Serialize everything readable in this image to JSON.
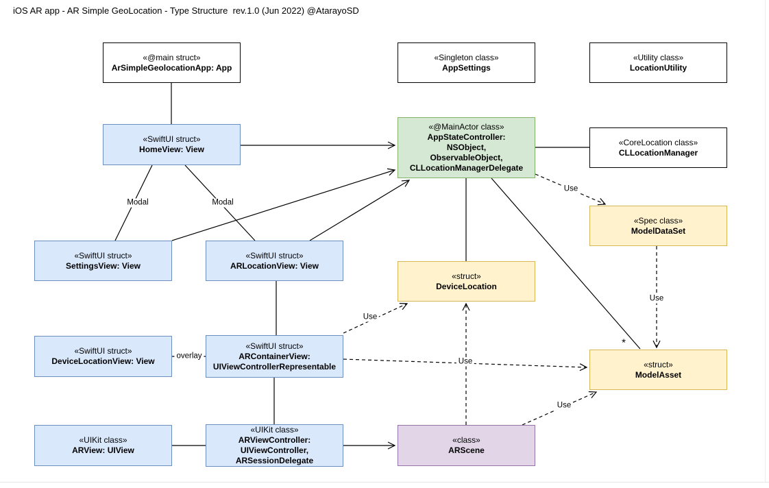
{
  "title": "iOS AR app - AR Simple GeoLocation - Type Structure  rev.1.0 (Jun 2022) @AtarayoSD",
  "nodes": {
    "app": {
      "stereotype": "«@main struct»",
      "name": "ArSimpleGeolocationApp: App"
    },
    "app_settings": {
      "stereotype": "«Singleton class»",
      "name": "AppSettings"
    },
    "location_utility": {
      "stereotype": "«Utility class»",
      "name": "LocationUtility"
    },
    "home_view": {
      "stereotype": "«SwiftUI struct»",
      "name": "HomeView: View"
    },
    "app_state_controller": {
      "stereotype": "«@MainActor class»",
      "name": "AppStateController:\nNSObject,\nObservableObject,\nCLLocationManagerDelegate"
    },
    "cl_location_manager": {
      "stereotype": "«CoreLocation class»",
      "name": "CLLocationManager"
    },
    "model_data_set": {
      "stereotype": "«Spec class»",
      "name": "ModelDataSet"
    },
    "settings_view": {
      "stereotype": "«SwiftUI struct»",
      "name": "SettingsView: View"
    },
    "ar_location_view": {
      "stereotype": "«SwiftUI struct»",
      "name": "ARLocationView: View"
    },
    "device_location": {
      "stereotype": "«struct»",
      "name": "DeviceLocation"
    },
    "device_location_view": {
      "stereotype": "«SwiftUI struct»",
      "name": "DeviceLocationView: View"
    },
    "ar_container_view": {
      "stereotype": "«SwiftUI struct»",
      "name": "ARContainerView:\nUIViewControllerRepresentable"
    },
    "model_asset": {
      "stereotype": "«struct»",
      "name": "ModelAsset"
    },
    "ar_view": {
      "stereotype": "«UIKit class»",
      "name": "ARView: UIView"
    },
    "ar_view_controller": {
      "stereotype": "«UIKit class»",
      "name": "ARViewController:\nUIViewController,\nARSessionDelegate"
    },
    "ar_scene": {
      "stereotype": "«class»",
      "name": "ARScene"
    }
  },
  "edge_labels": {
    "modal_settings": "Modal",
    "modal_ar_location": "Modal",
    "overlay": "overlay",
    "use_appstate_modeldataset": "Use",
    "use_modeldataset_modelasset": "Use",
    "use_arcontainer_devicelocation": "Use",
    "use_arcontainer_modelasset": "Use",
    "use_arscene_modelasset": "Use",
    "multiplicity_many": "*"
  },
  "colors": {
    "swiftui_fill": "#dae8fc",
    "swiftui_border": "#6c8ebf",
    "mainactor_fill": "#d5e8d4",
    "mainactor_border": "#82b366",
    "data_fill": "#fff2cc",
    "data_border": "#d6b656",
    "scene_fill": "#e1d5e7",
    "scene_border": "#9673a6",
    "plain_fill": "#ffffff",
    "plain_border": "#000000",
    "edge_stroke": "#000000"
  }
}
